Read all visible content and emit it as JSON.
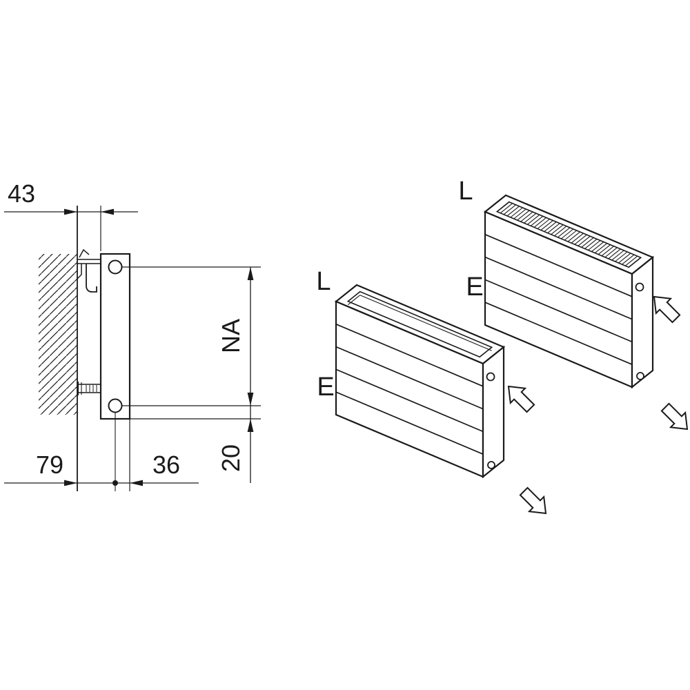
{
  "colors": {
    "line": "#1a1a1a",
    "background": "#ffffff"
  },
  "side_view": {
    "dims": {
      "depth": "43",
      "hub_distance": "NA",
      "bottom_gap": "20",
      "wall_to_center": "79",
      "center_to_front": "36"
    }
  },
  "iso_view": {
    "front_radiator": {
      "vent_label": "L",
      "inlet_label": "E"
    },
    "back_radiator": {
      "vent_label": "L",
      "inlet_label": "E"
    }
  },
  "icons": {
    "flow_in": "arrow-up-left",
    "flow_out": "arrow-down-right"
  }
}
